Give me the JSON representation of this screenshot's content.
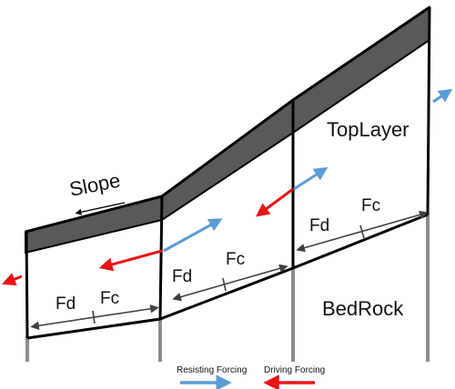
{
  "labels": {
    "slope": "Slope",
    "top_layer": "TopLayer",
    "bed_rock": "BedRock",
    "fd": "Fd",
    "fc": "Fc"
  },
  "legend": {
    "resisting": "Resisting Forcing",
    "driving": "Driving Forcing"
  },
  "colors": {
    "resisting_arrow": "#5b9bd5",
    "driving_arrow": "#e81416",
    "top_band": "#595959",
    "outline": "#000000",
    "post": "#8c8c8c",
    "force_line": "#404040"
  }
}
